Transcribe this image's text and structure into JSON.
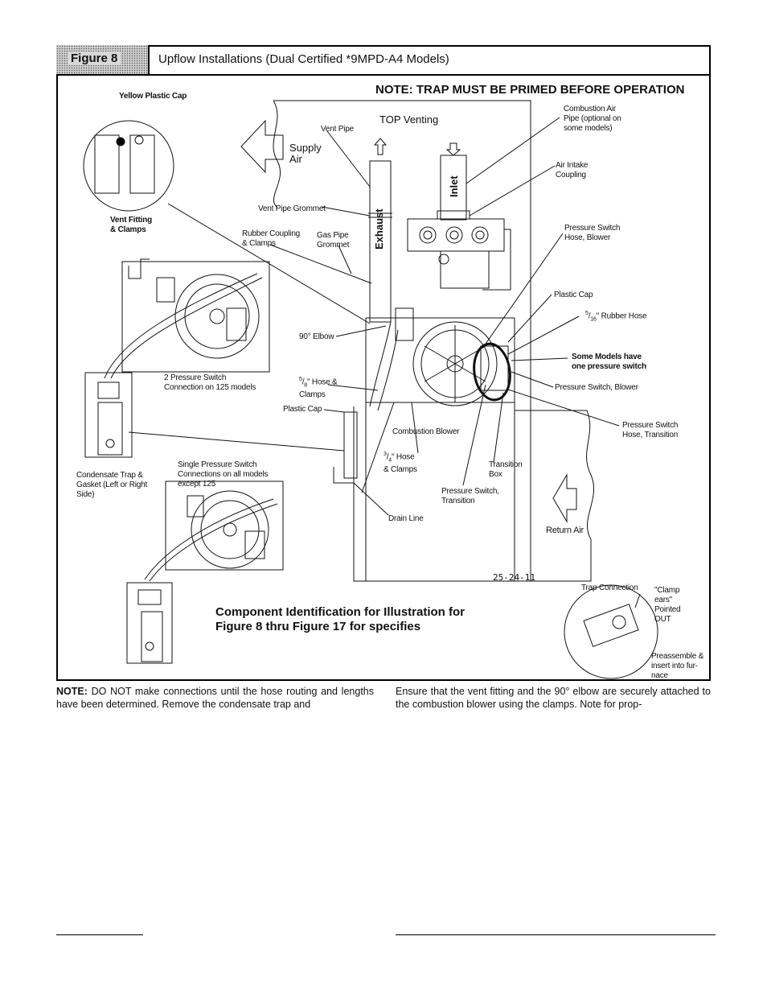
{
  "figure": {
    "number": "Figure 8",
    "title": "Upflow Installations (Dual Certified *9MPD-A4 Models)"
  },
  "diagram": {
    "note_trap": "NOTE: TRAP MUST BE PRIMED BEFORE OPERATION",
    "top_venting": "TOP Venting",
    "supply_air": "Supply\nAir",
    "exhaust": "Exhaust",
    "inlet": "Inlet",
    "return_air": "Return Air",
    "ref_number": "25-24-11",
    "component_id": "Component Identification for Illustration for\nFigure 8 thru Figure 17 for specifies",
    "labels": {
      "yellow_cap": "Yellow Plastic  Cap",
      "vent_fitting": "Vent Fitting\n& Clamps",
      "vent_pipe": "Vent Pipe",
      "vent_pipe_grommet": "Vent Pipe Grommet",
      "rubber_coupling": "Rubber Coupling\n& Clamps",
      "gas_pipe_grommet": "Gas Pipe\nGrommet",
      "combustion_air_pipe": "Combustion Air\nPipe (optional on\nsome models)",
      "air_intake": "Air Intake\nCoupling",
      "ps_hose_blower": "Pressure Switch\nHose, Blower",
      "plastic_cap_right": "Plastic Cap",
      "rubber_hose_5_16": "\" Rubber Hose",
      "some_models": "Some Models have\none pressure switch",
      "ps_blower": "Pressure Switch, Blower",
      "ps_hose_transition": "Pressure Switch\nHose, Transition",
      "elbow_90": "90° Elbow",
      "two_ps": "2 Pressure Switch\nConnection on 125 models",
      "hose_5_8": "\" Hose &\nClamps",
      "plastic_cap_left": "Plastic Cap",
      "combustion_blower": "Combustion Blower",
      "hose_3_4": "\" Hose\n& Clamps",
      "transition_box": "Transition\nBox",
      "ps_transition": "Pressure Switch,\nTransition",
      "drain_line": "Drain Line",
      "condensate_trap": "Condensate Trap &\nGasket (Left or Right\nSide)",
      "single_ps": "Single Pressure Switch\nConnections on all models\nexcept 125",
      "trap_connection": "Trap Connection",
      "clamp_ears": "\"Clamp\nears\"\nPointed\nOUT",
      "preassemble": "Preassemble &\ninsert into fur-\nnace",
      "frac_5": "5",
      "frac_16": "16",
      "frac_8": "8",
      "frac_3": "3",
      "frac_4": "4"
    }
  },
  "text": {
    "col1_note": "NOTE:",
    "col1_body": " DO NOT make connections until the hose routing and lengths have been determined. Remove the condensate trap and",
    "col2_body": "Ensure that the vent fitting and the 90° elbow are securely attached to the combustion blower using the clamps. Note for prop-"
  }
}
